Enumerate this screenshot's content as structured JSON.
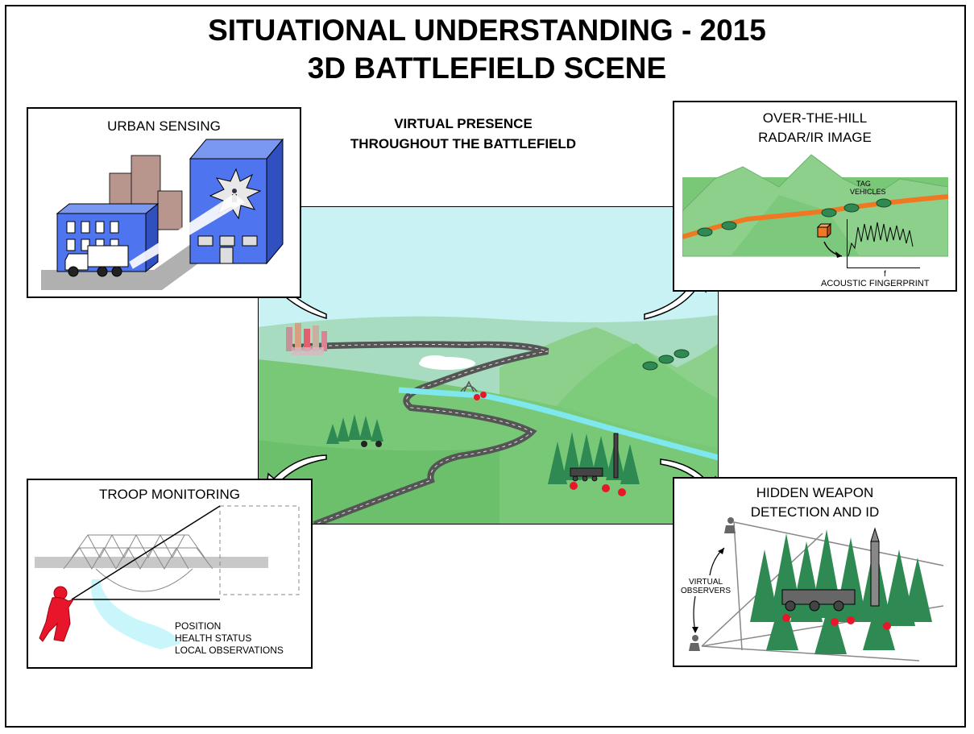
{
  "title": {
    "line1": "SITUATIONAL UNDERSTANDING - 2015",
    "line2": "3D BATTLEFIELD SCENE"
  },
  "subtitle": {
    "line1": "VIRTUAL PRESENCE",
    "line2": "THROUGHOUT THE BATTLEFIELD"
  },
  "panels": {
    "urban": {
      "title": "URBAN SENSING"
    },
    "radar": {
      "title_line1": "OVER-THE-HILL",
      "title_line2": "RADAR/IR IMAGE",
      "tag_line1": "TAG",
      "tag_line2": "VEHICLES",
      "axis_label": "f",
      "caption": "ACOUSTIC FINGERPRINT"
    },
    "troop": {
      "title": "TROOP MONITORING",
      "status_1": "POSITION",
      "status_2": "HEALTH STATUS",
      "status_3": "LOCAL OBSERVATIONS"
    },
    "weapon": {
      "title_line1": "HIDDEN WEAPON",
      "title_line2": "DETECTION AND ID",
      "observers_line1": "VIRTUAL",
      "observers_line2": "OBSERVERS"
    }
  },
  "colors": {
    "sky": "#c8f2f4",
    "grass": "#78c878",
    "hill": "#8cd08c",
    "building_blue": "#4f74f0",
    "building_mauve": "#b8968e",
    "tree": "#2e8a52",
    "troop_red": "#e8162a",
    "river": "#7ee8ee",
    "road": "#555555",
    "tag_orange": "#f07822"
  }
}
